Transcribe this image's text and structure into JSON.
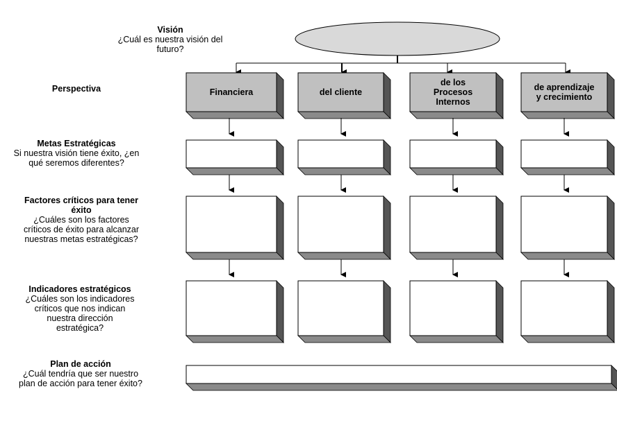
{
  "rows": {
    "vision": {
      "heading": "Visión",
      "sub": "¿Cuál es nuestra visión del futuro?"
    },
    "perspectiva": {
      "heading": "Perspectiva"
    },
    "metas": {
      "heading": "Metas Estratégicas",
      "sub": "Si nuestra visión tiene éxito, ¿en qué seremos diferentes?"
    },
    "factores": {
      "heading": "Factores críticos para tener éxito",
      "sub": "¿Cuáles son los factores críticos de éxito para alcanzar nuestras metas estratégicas?"
    },
    "indicadores": {
      "heading": "Indicadores estratégicos",
      "sub": "¿Cuáles son los indicadores críticos que nos indican nuestra dirección estratégica?"
    },
    "plan": {
      "heading": "Plan de acción",
      "sub": "¿Cuál tendría que ser nuestro plan de acción para tener éxito?"
    }
  },
  "perspectives": [
    {
      "lines": [
        "Financiera"
      ]
    },
    {
      "lines": [
        "del cliente"
      ]
    },
    {
      "lines": [
        "de los",
        "Procesos",
        "Internos"
      ]
    },
    {
      "lines": [
        "de aprendizaje",
        "y crecimiento"
      ]
    }
  ],
  "colors": {
    "perspective_face": "#c0c0c0",
    "blank_face": "#ffffff",
    "shadow_side": "#555555",
    "shadow_bottom": "#8a8a8a",
    "ellipse_fill": "#d9d9d9"
  }
}
